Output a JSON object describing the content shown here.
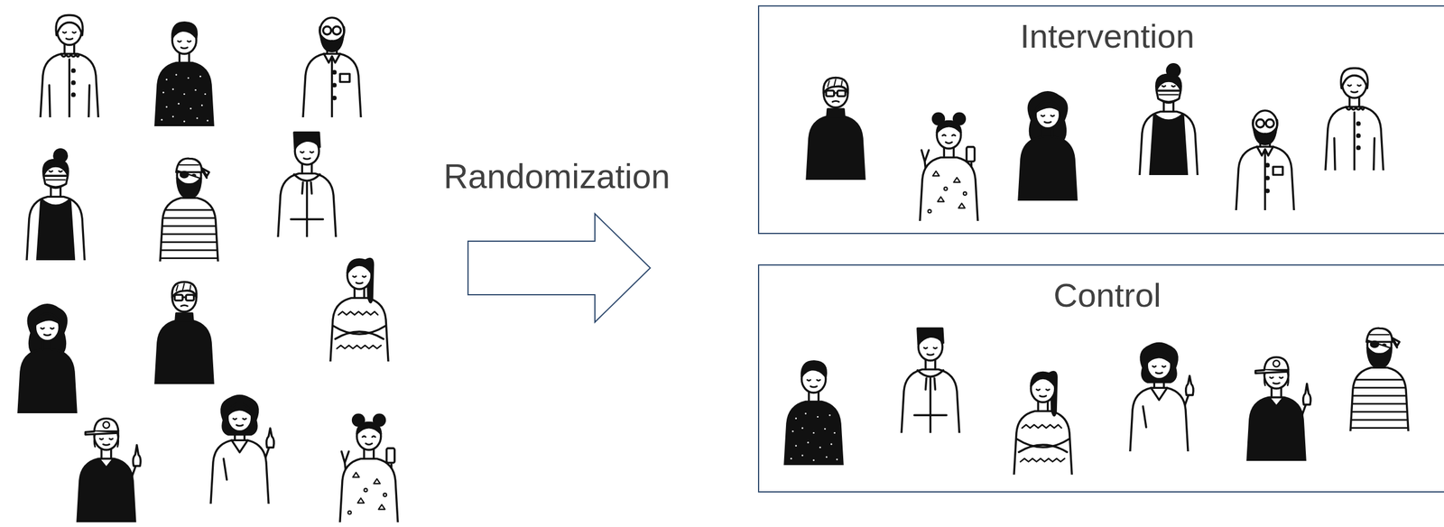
{
  "diagram": {
    "nodes": [
      {
        "text": [
          "Intervention"
        ]
      },
      {
        "text": [
          "Control"
        ]
      }
    ],
    "labels": [
      "Randomization"
    ]
  }
}
